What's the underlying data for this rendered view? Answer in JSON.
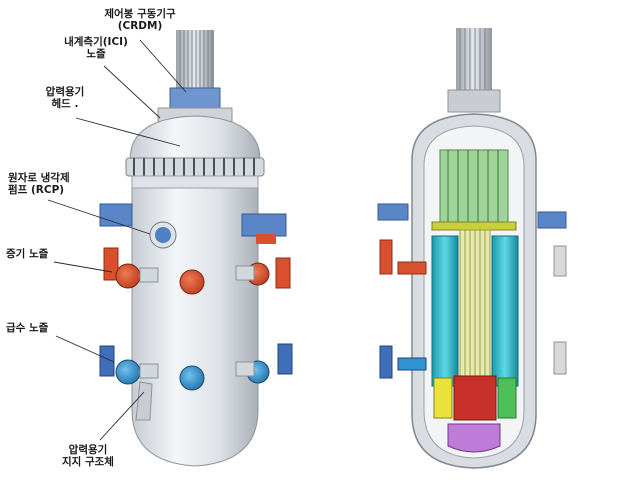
{
  "labels": {
    "crdm_line1": "제어봉 구동기구",
    "crdm_line2": "(CRDM)",
    "ici_line1": "내계측기(ICI)",
    "ici_line2": "노즐",
    "head_line1": "압력용기",
    "head_line2": "헤드 .",
    "rcp_line1": "원자로 냉각제",
    "rcp_line2": "펌프 (RCP)",
    "steam_nozzle": "증기 노즐",
    "feed_nozzle": "급수 노즐",
    "support_line1": "압력용기",
    "support_line2": "지지 구조체"
  },
  "colors": {
    "vessel": "#e6e9ec",
    "steam_nozzle": "#d8502e",
    "feed_nozzle": "#2e93d0",
    "flange": "#3e6fb8",
    "pump": "#4f7fc4",
    "steam_generator": "#23b8c8",
    "core": "#c8302a",
    "lower_plenum": "#c07ad8",
    "barrel": "#c9cf3a",
    "crdm_rods": "#b8bec6"
  }
}
